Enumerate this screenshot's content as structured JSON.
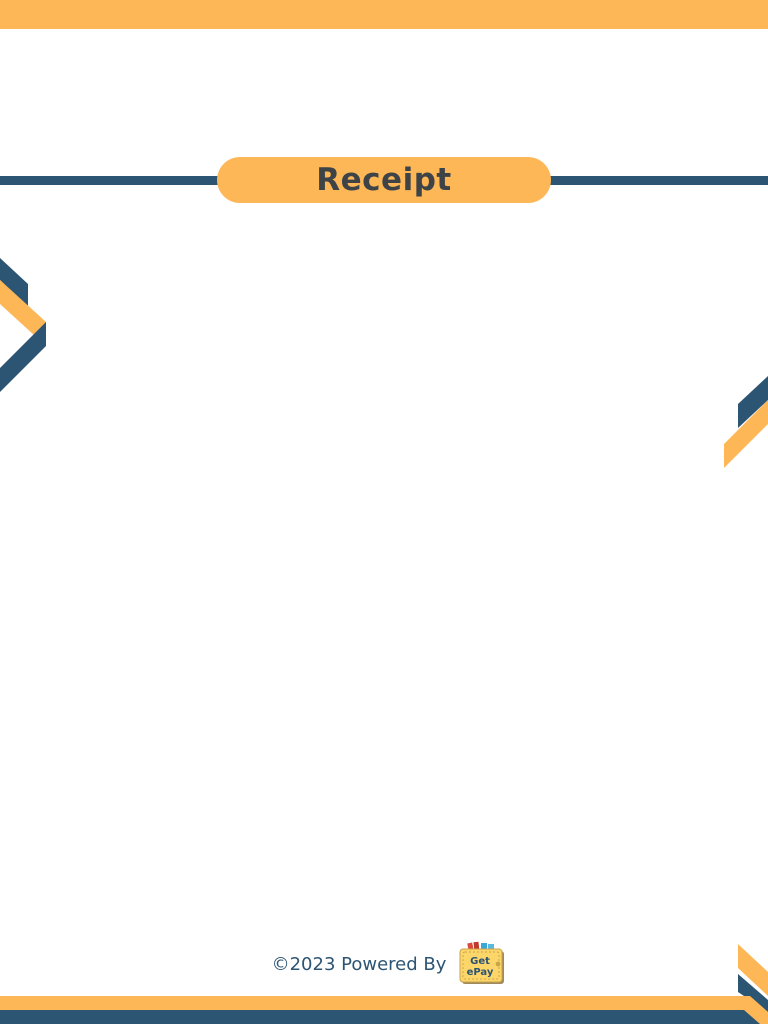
{
  "header": {
    "title": "Receipt"
  },
  "footer": {
    "text": "©2023 Powered By",
    "logo_text_line1": "Get",
    "logo_text_line2": "ePay"
  },
  "colors": {
    "accent": "#FDB756",
    "navy": "#2C5473",
    "title_text": "#3E4347"
  },
  "icons": {
    "logo": "getepay-logo-icon"
  }
}
